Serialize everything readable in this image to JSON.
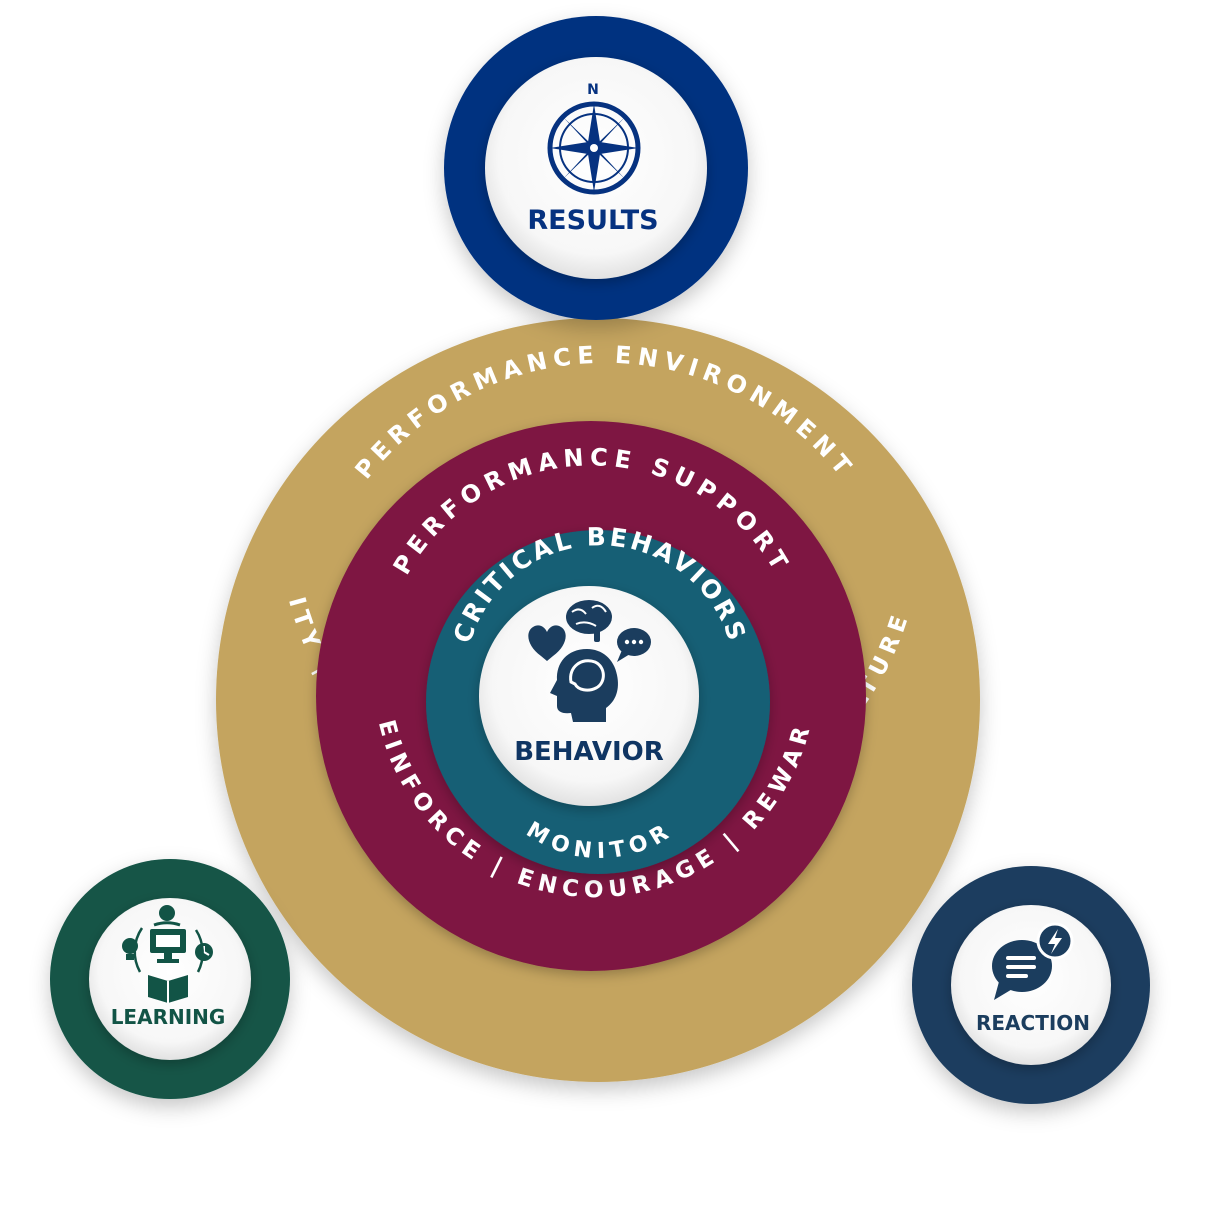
{
  "colors": {
    "results": "#063280",
    "environment": "#c4a45f",
    "support": "#7e1642",
    "critical": "#135e75",
    "learning": "#125446",
    "reaction": "#1b3d5e",
    "navy_text": "#0f3563",
    "white": "#ffffff"
  },
  "nodes": {
    "results": {
      "label": "RESULTS",
      "compass_letter": "N",
      "icon": "compass-icon"
    },
    "learning": {
      "label": "LEARNING",
      "icon": "learning-icon"
    },
    "reaction": {
      "label": "REACTION",
      "icon": "chat-lightning-icon"
    }
  },
  "rings": {
    "environment": {
      "top": "PERFORMANCE ENVIRONMENT",
      "bottom": "OPPORTUNITY | RESOURCES | SAFETY | DRIVE | CULTURE | SUPPORT"
    },
    "support": {
      "top": "PERFORMANCE SUPPORT",
      "bottom": "REINFORCE | ENCOURAGE | REWARD"
    },
    "critical": {
      "top": "CRITICAL BEHAVIORS",
      "bottom": "MONITOR"
    }
  },
  "center": {
    "label": "BEHAVIOR",
    "icons": [
      "heart-icon",
      "brain-icon",
      "speech-bubble-icon",
      "head-icon"
    ]
  }
}
